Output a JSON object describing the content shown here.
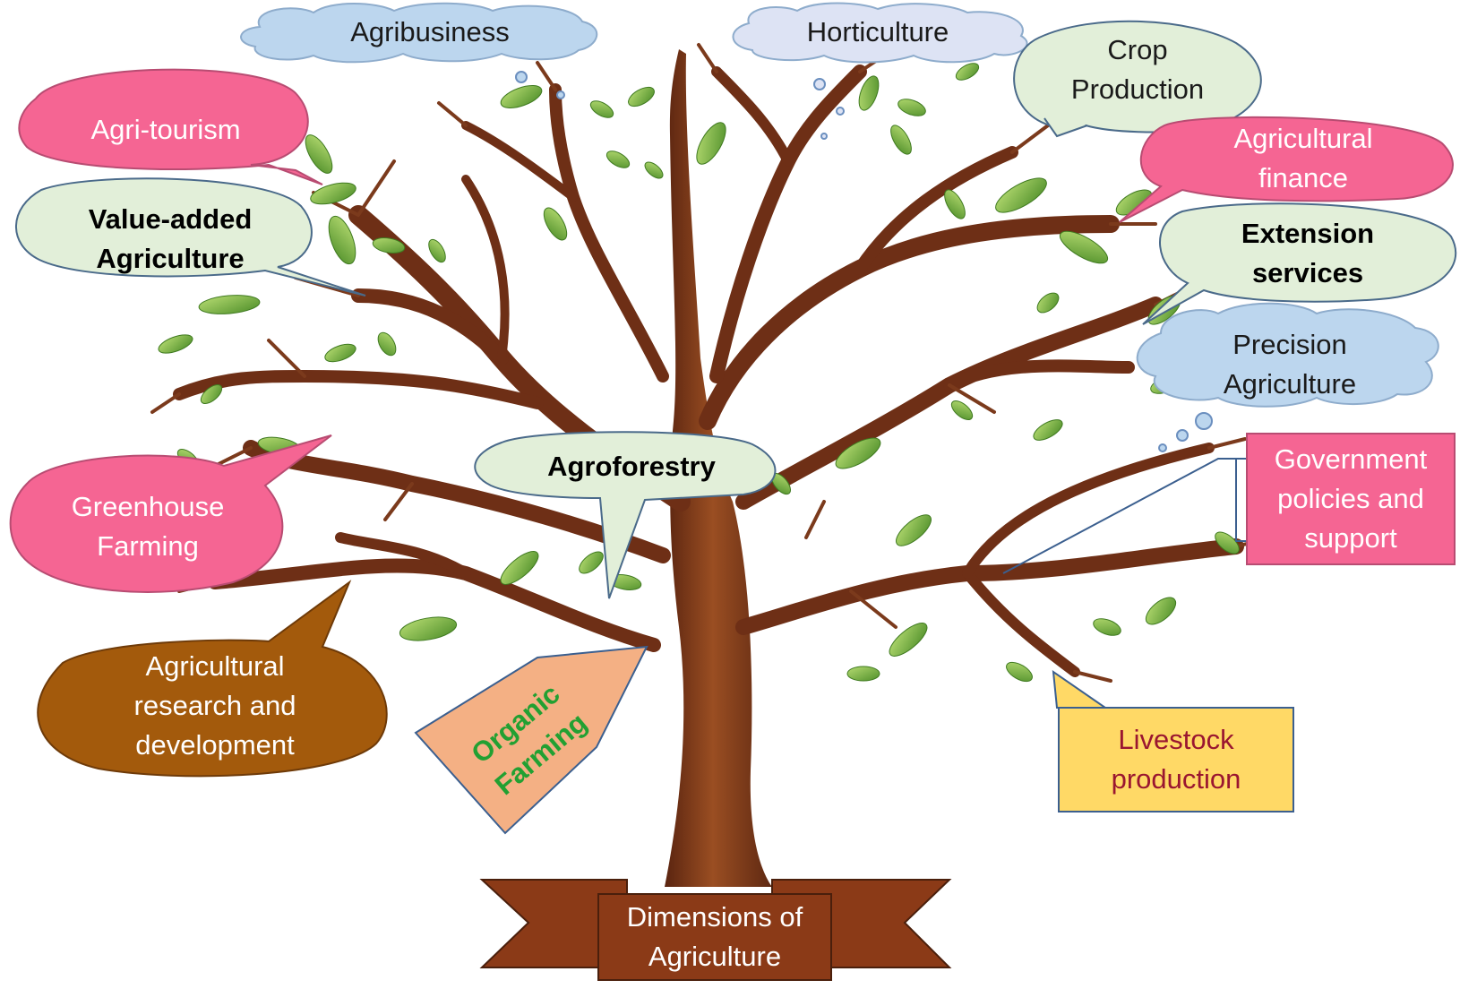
{
  "diagram": {
    "root_label": "Dimensions of\nAgriculture",
    "nodes": {
      "agribusiness": "Agribusiness",
      "horticulture": "Horticulture",
      "crop_production": "Crop\nProduction",
      "agri_tourism": "Agri-tourism",
      "agricultural_finance": "Agricultural\nfinance",
      "value_added_agriculture": "Value-added\nAgriculture",
      "extension_services": "Extension\nservices",
      "precision_agriculture": "Precision\nAgriculture",
      "government_policies": "Government\npolicies and\nsupport",
      "agroforestry": "Agroforestry",
      "greenhouse_farming": "Greenhouse\nFarming",
      "agricultural_research": "Agricultural\nresearch and\ndevelopment",
      "organic_farming": "Organic\nFarming",
      "livestock_production": "Livestock\nproduction"
    },
    "colors": {
      "trunk": "#7a3a1c",
      "branch": "#6e2f16",
      "leaf": "#6fa83a",
      "leaf_light": "#a9cf6a",
      "blue_cloud": "#bcd6ee",
      "lilac_cloud": "#dde3f4",
      "pale_green": "#e2efd9",
      "pink": "#f56593",
      "brown": "#a35a0c",
      "peach": "#f4b084",
      "yellow": "#ffd966",
      "ribbon": "#8b3a17",
      "green_text": "#22a032",
      "maroon_text": "#9a1630"
    }
  }
}
